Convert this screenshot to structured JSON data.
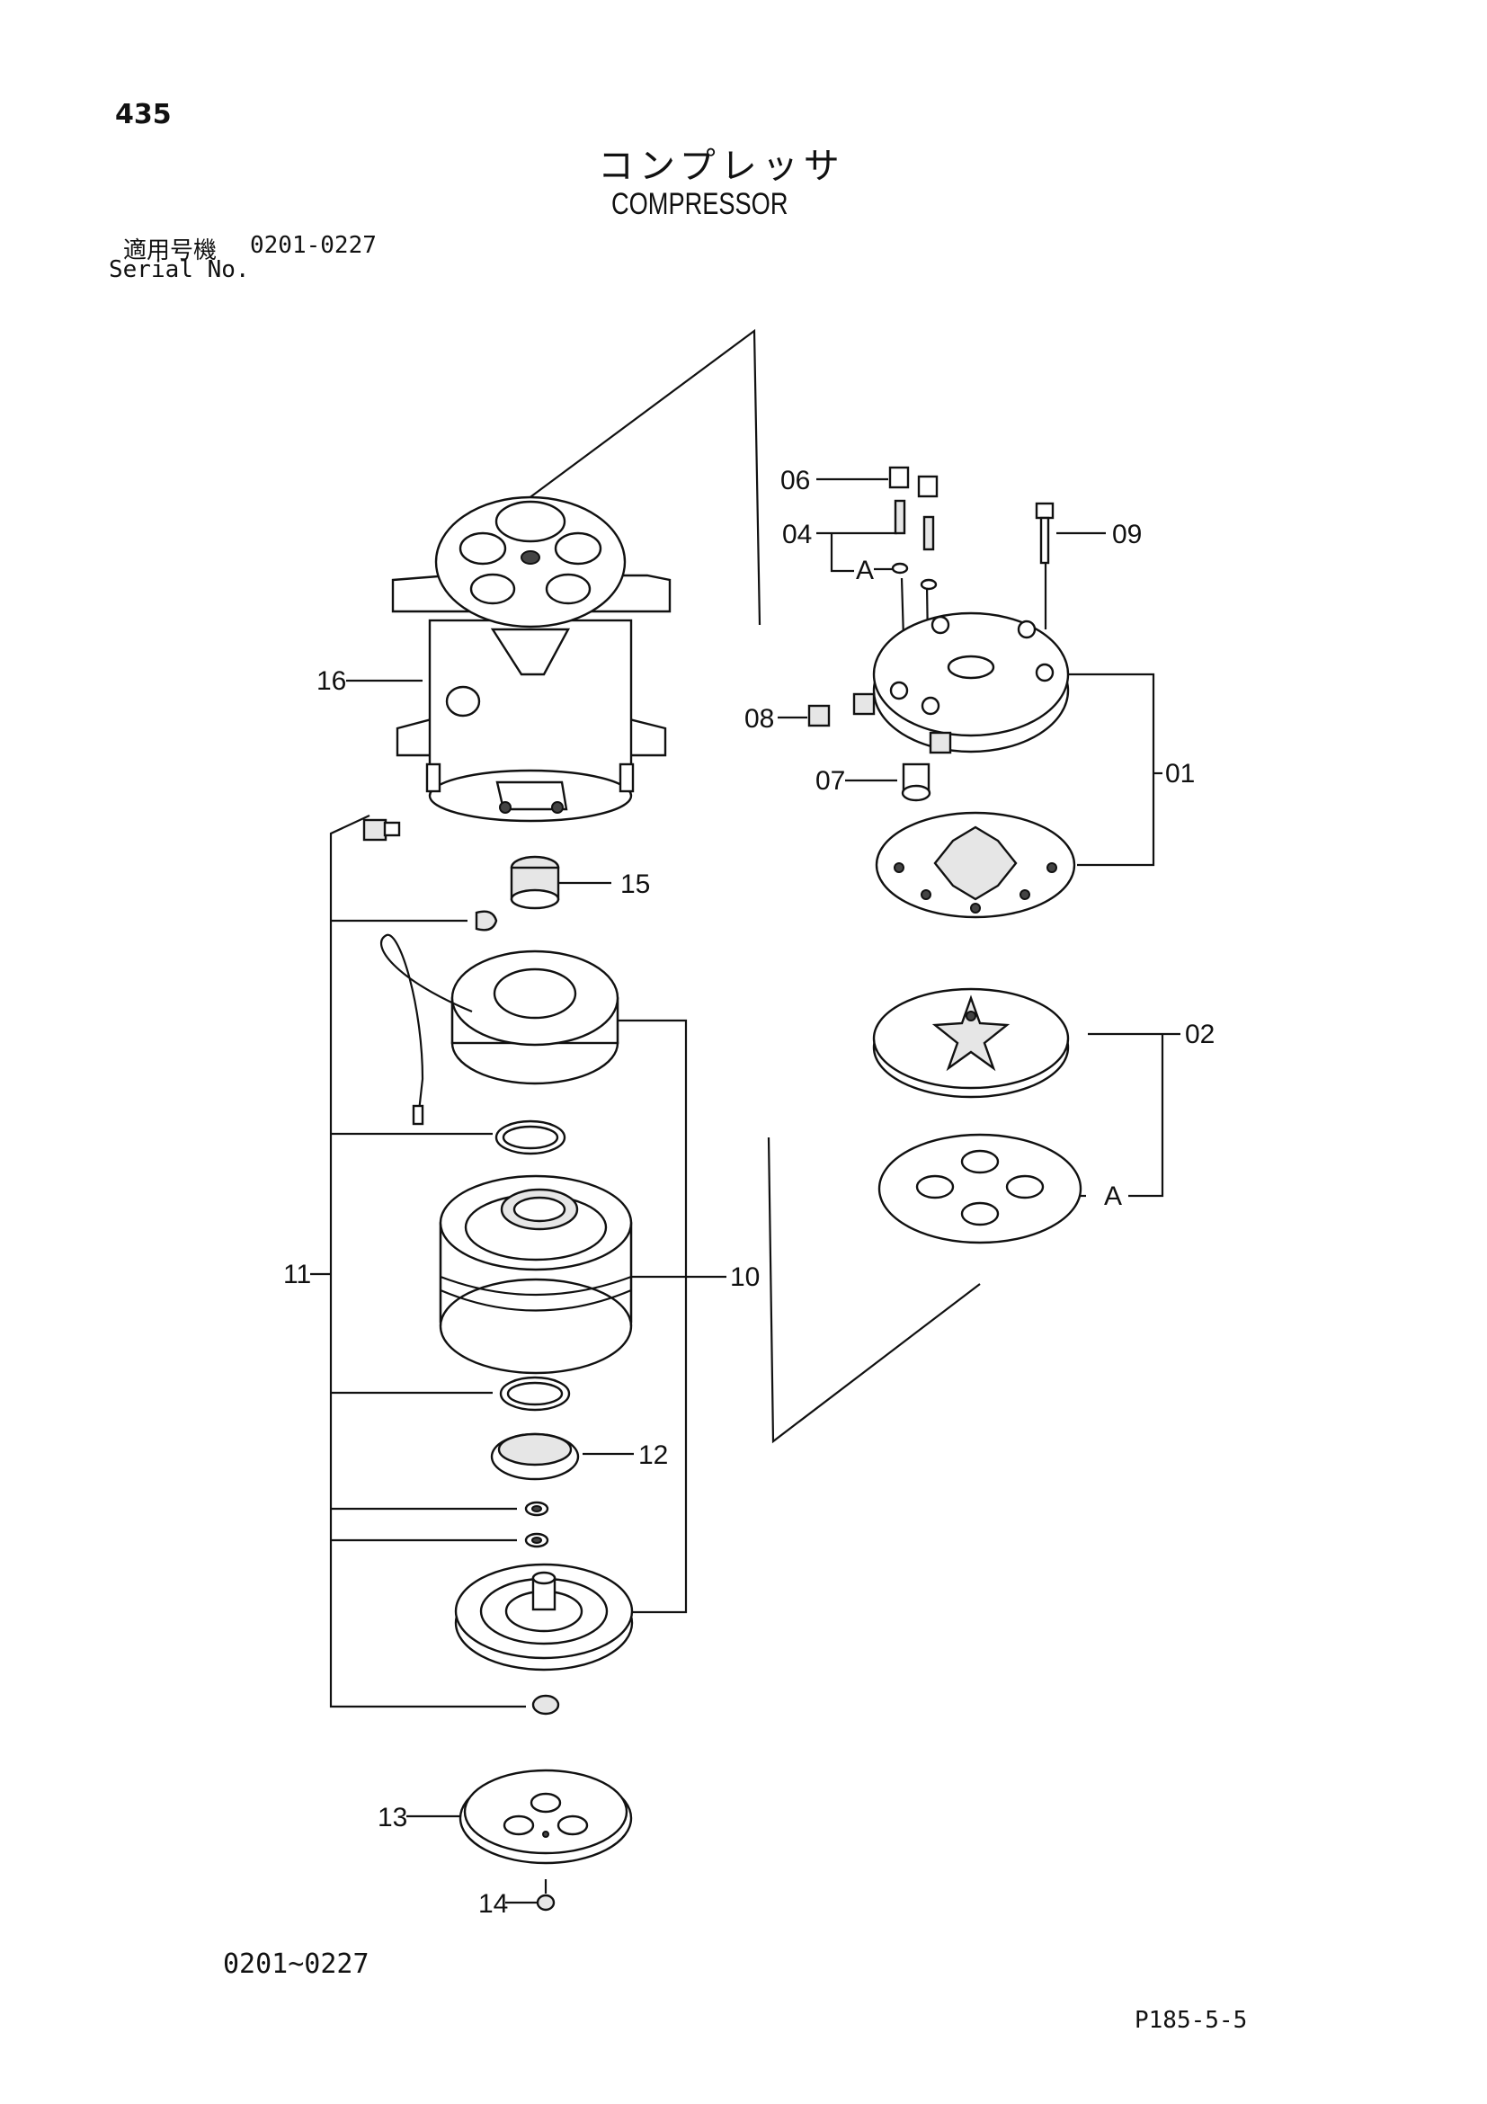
{
  "header": {
    "page_number": "435",
    "title_jp": "コンプレッサ",
    "title_en": "COMPRESSOR",
    "serial_label_jp": "適用号機",
    "serial_value": "0201-0227",
    "serial_label_en": "Serial No."
  },
  "callouts": {
    "p01": "01",
    "p02": "02",
    "p04": "04",
    "p06": "06",
    "p07": "07",
    "p08": "08",
    "p09": "09",
    "p10": "10",
    "p11": "11",
    "p12": "12",
    "p13": "13",
    "p14": "14",
    "p15": "15",
    "p16": "16",
    "ref_a1": "A",
    "ref_a2": "A"
  },
  "footer": {
    "range": "0201~0227",
    "doc_code": "P185-5-5"
  }
}
